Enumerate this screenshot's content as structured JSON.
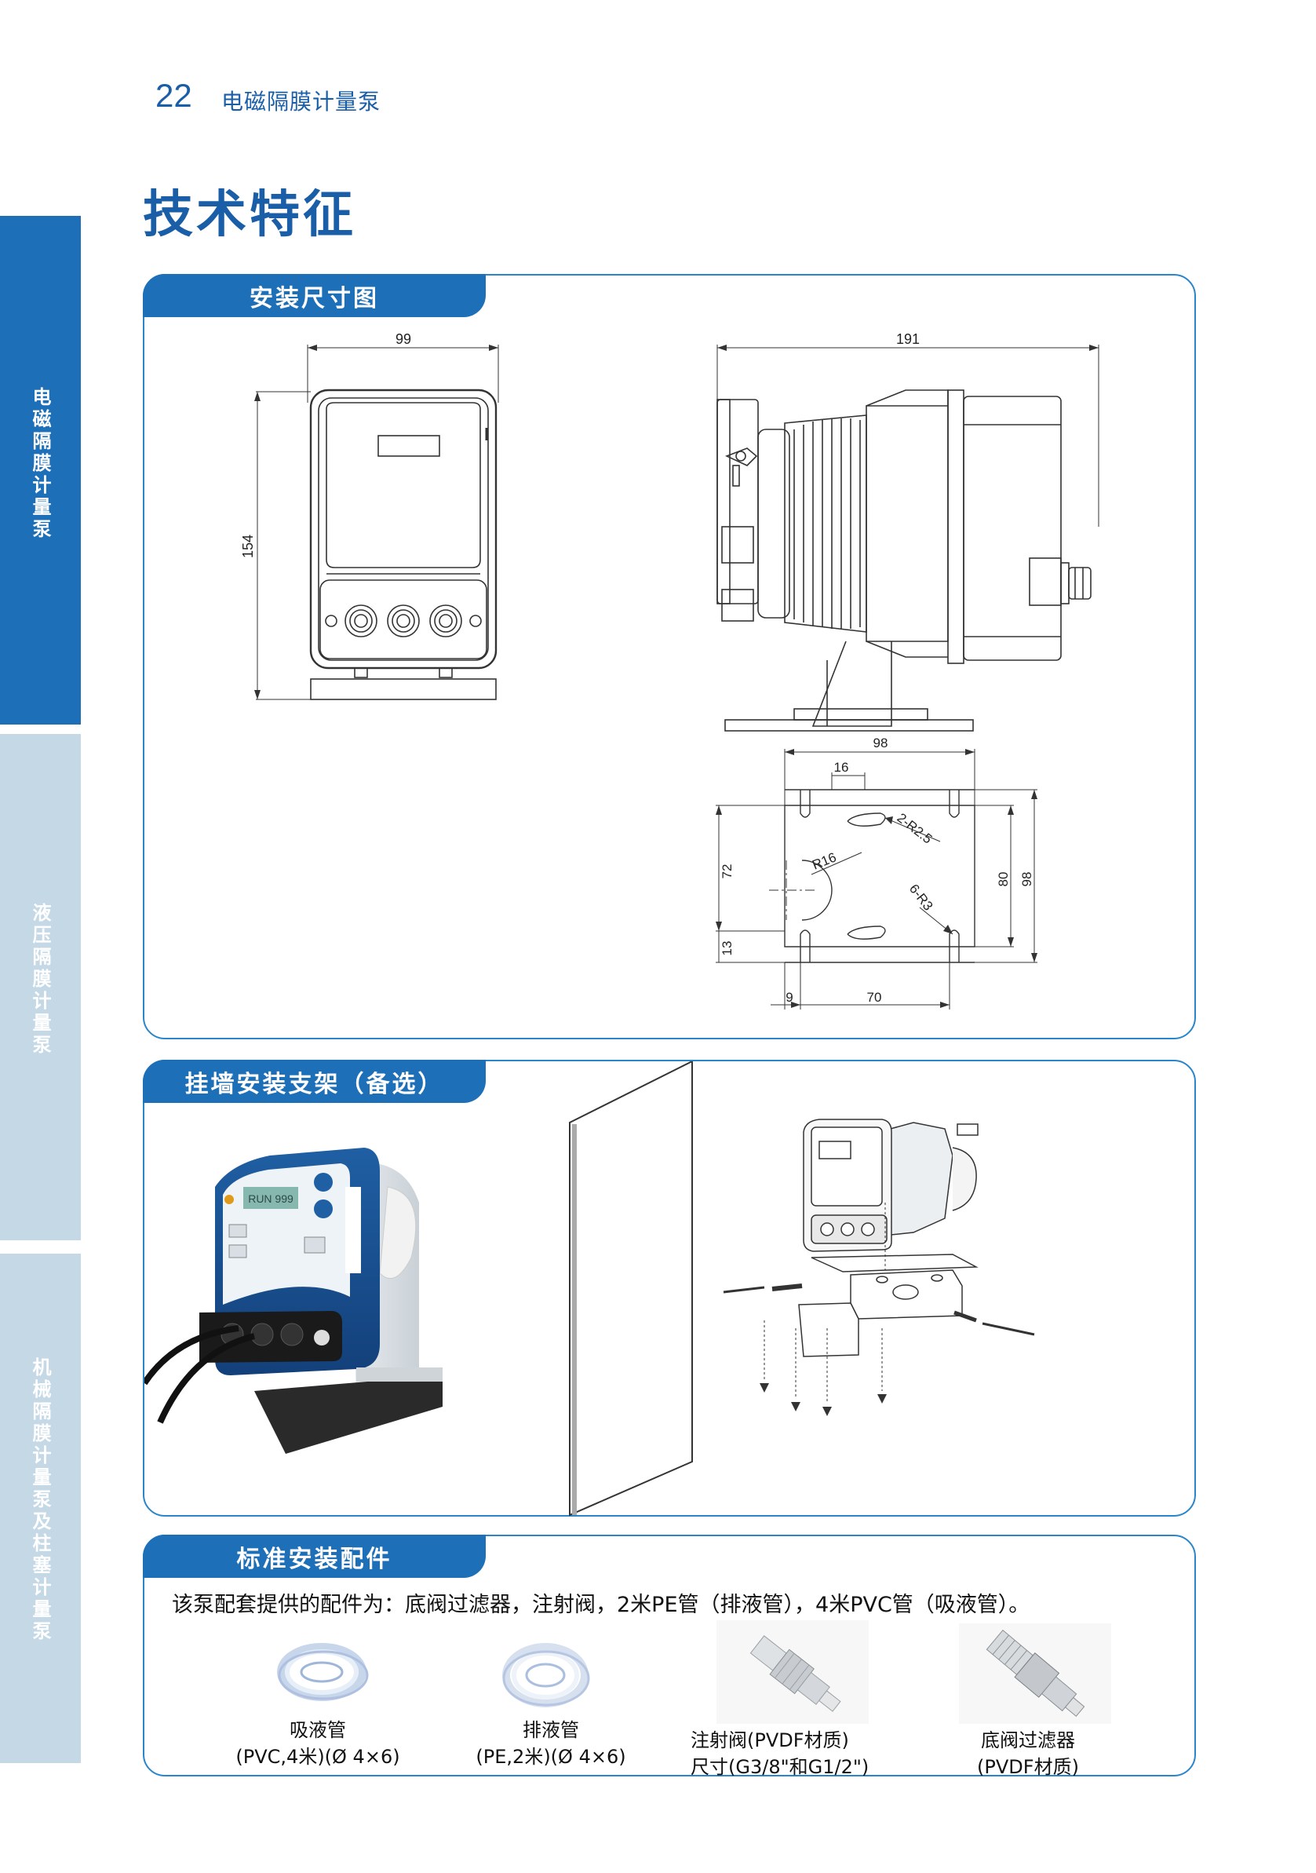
{
  "header": {
    "page_number": "22",
    "section": "电磁隔膜计量泵"
  },
  "title": "技术特征",
  "side_tabs": [
    {
      "label": "电磁隔膜计量泵",
      "active": true
    },
    {
      "label": "液压隔膜计量泵",
      "active": false
    },
    {
      "label": "机械隔膜计量泵及柱塞计量泵",
      "active": false
    }
  ],
  "panel1": {
    "title": "安装尺寸图",
    "front_view": {
      "width_label": "99",
      "height_label": "154"
    },
    "side_view": {
      "depth_label": "191"
    },
    "bracket_view": {
      "dims": [
        "98",
        "16",
        "2-R2.5",
        "R16",
        "72",
        "80",
        "98",
        "6-R3",
        "13",
        "9",
        "70"
      ]
    }
  },
  "panel2": {
    "title": "挂墙安装支架（备选）",
    "display_readout": "RUN 999"
  },
  "panel3": {
    "title": "标准安装配件",
    "description": "该泵配套提供的配件为：底阀过滤器，注射阀，2米PE管（排液管），4米PVC管（吸液管）。",
    "items": [
      {
        "name": "吸液管",
        "spec": "(PVC,4米)(Ø 4×6)",
        "icon": "pvc-tube-coil"
      },
      {
        "name": "排液管",
        "spec": "(PE,2米)(Ø 4×6)",
        "icon": "pe-tube-coil"
      },
      {
        "name": "注射阀(PVDF材质)",
        "spec": "尺寸(G3/8\"和G1/2\")",
        "icon": "injection-valve"
      },
      {
        "name": "底阀过滤器",
        "spec": "(PVDF材质)",
        "icon": "foot-valve-filter"
      }
    ]
  },
  "colors": {
    "brand_blue": "#1d6fb8",
    "panel_border": "#2a86cc",
    "inactive_tab": "#c4d8e6"
  }
}
